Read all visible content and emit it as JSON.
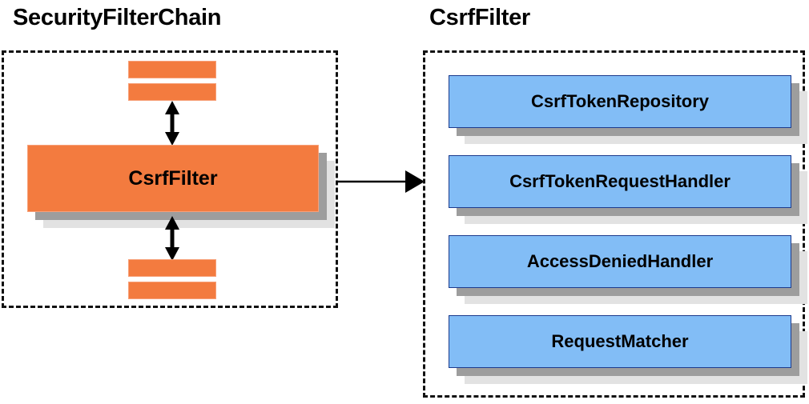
{
  "diagram": {
    "title_left": "SecurityFilterChain",
    "title_right": "CsrfFilter",
    "colors": {
      "orange_fill": "#f37b3f",
      "orange_border": "#f7a078",
      "blue_fill": "#82bdf6",
      "blue_border": "#1b3a8c",
      "shadow_dark": "#9d9d9d",
      "shadow_light": "#e2e2e2",
      "dash_border": "#111111",
      "text": "#000000"
    }
  },
  "left_panel": {
    "title": "SecurityFilterChain",
    "filter_label": "CsrfFilter",
    "bars_above": [
      "",
      ""
    ],
    "bars_below": [
      "",
      ""
    ]
  },
  "right_panel": {
    "title": "CsrfFilter",
    "collaborators": [
      {
        "label": "CsrfTokenRepository"
      },
      {
        "label": "CsrfTokenRequestHandler"
      },
      {
        "label": "AccessDeniedHandler"
      },
      {
        "label": "RequestMatcher"
      }
    ]
  },
  "connectors": {
    "arrow_up_double": "double-headed-vertical-arrow",
    "arrow_down_double": "double-headed-vertical-arrow",
    "arrow_right": "right-arrow"
  }
}
